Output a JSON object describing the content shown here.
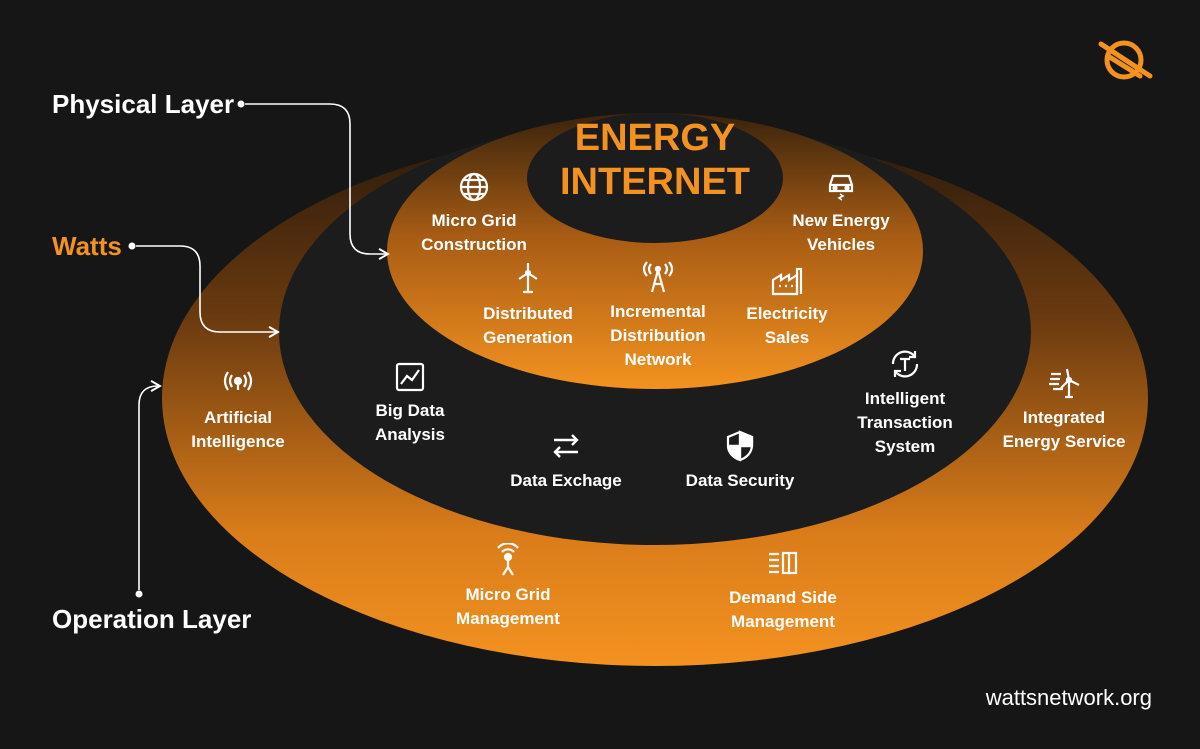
{
  "colors": {
    "accent": "#f39220",
    "background": "#161616",
    "inner_dark": "#1c1c1c",
    "text": "#ffffff"
  },
  "title": "ENERGY\nINTERNET",
  "side_labels": {
    "physical_layer": "Physical Layer",
    "watts": "Watts",
    "operation_layer": "Operation Layer"
  },
  "inner_ring": {
    "micro_grid_construction": {
      "label": "Micro Grid\nConstruction",
      "icon": "globe-icon"
    },
    "new_energy_vehicles": {
      "label": "New Energy\nVehicles",
      "icon": "electric-car-icon"
    },
    "distributed_generation": {
      "label": "Distributed\nGeneration",
      "icon": "wind-turbine-icon"
    },
    "incremental_distribution_network": {
      "label": "Incremental\nDistribution\nNetwork",
      "icon": "transmission-tower-icon"
    },
    "electricity_sales": {
      "label": "Electricity\nSales",
      "icon": "factory-icon"
    }
  },
  "middle_ring": {
    "big_data_analysis": {
      "label": "Big Data\nAnalysis",
      "icon": "line-chart-icon"
    },
    "data_exchange": {
      "label": "Data Exchage",
      "icon": "exchange-arrows-icon"
    },
    "data_security": {
      "label": "Data Security",
      "icon": "shield-icon"
    },
    "intelligent_transaction_system": {
      "label": "Intelligent\nTransaction\nSystem",
      "icon": "transaction-cycle-icon"
    }
  },
  "outer_ring": {
    "artificial_intelligence": {
      "label": "Artificial\nIntelligence",
      "icon": "broadcast-icon"
    },
    "integrated_energy_service": {
      "label": "Integrated\nEnergy Service",
      "icon": "wind-solar-icon"
    },
    "micro_grid_management": {
      "label": "Micro Grid\nManagement",
      "icon": "antenna-icon"
    },
    "demand_side_management": {
      "label": "Demand Side\nManagement",
      "icon": "list-panel-icon"
    }
  },
  "logo": {
    "icon": "watts-logo-icon"
  },
  "footer": {
    "url": "wattsnetwork.org"
  }
}
